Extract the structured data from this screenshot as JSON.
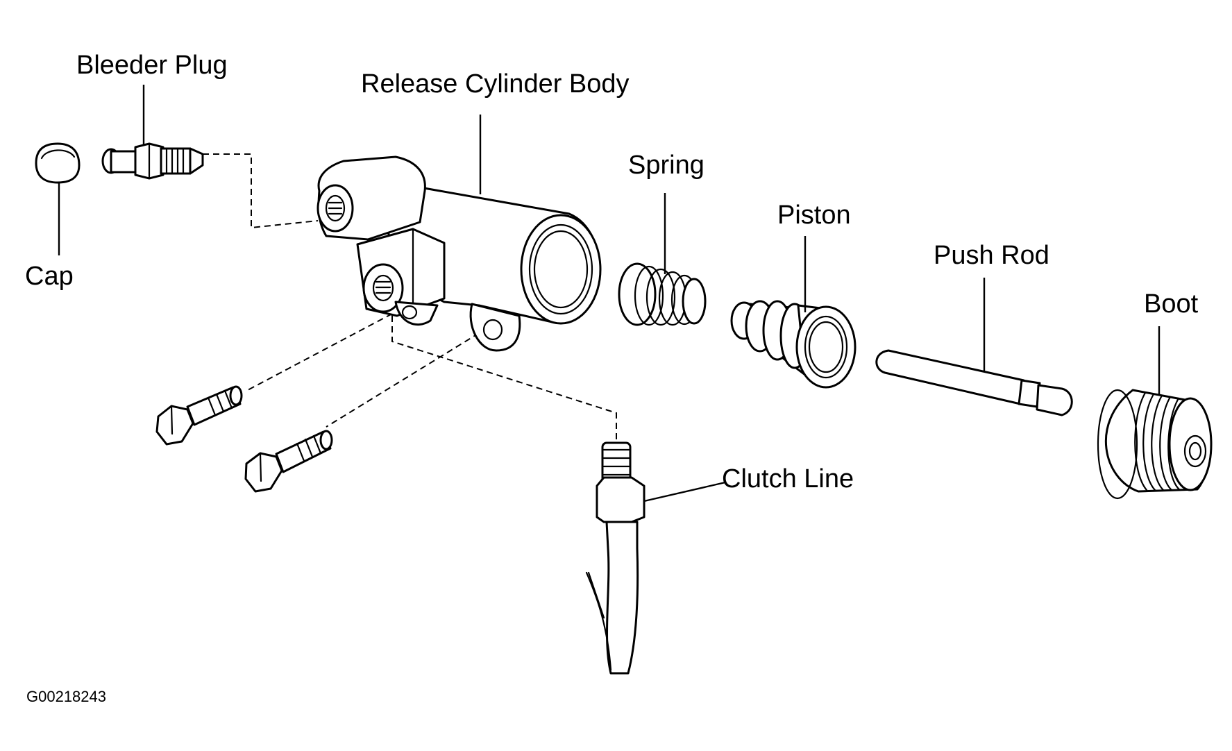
{
  "labels": {
    "bleeder_plug": "Bleeder Plug",
    "release_cylinder_body": "Release Cylinder Body",
    "spring": "Spring",
    "piston": "Piston",
    "push_rod": "Push Rod",
    "boot": "Boot",
    "cap": "Cap",
    "clutch_line": "Clutch Line"
  },
  "figure_id": "G00218243",
  "colors": {
    "ink": "#000000",
    "background": "#ffffff"
  }
}
